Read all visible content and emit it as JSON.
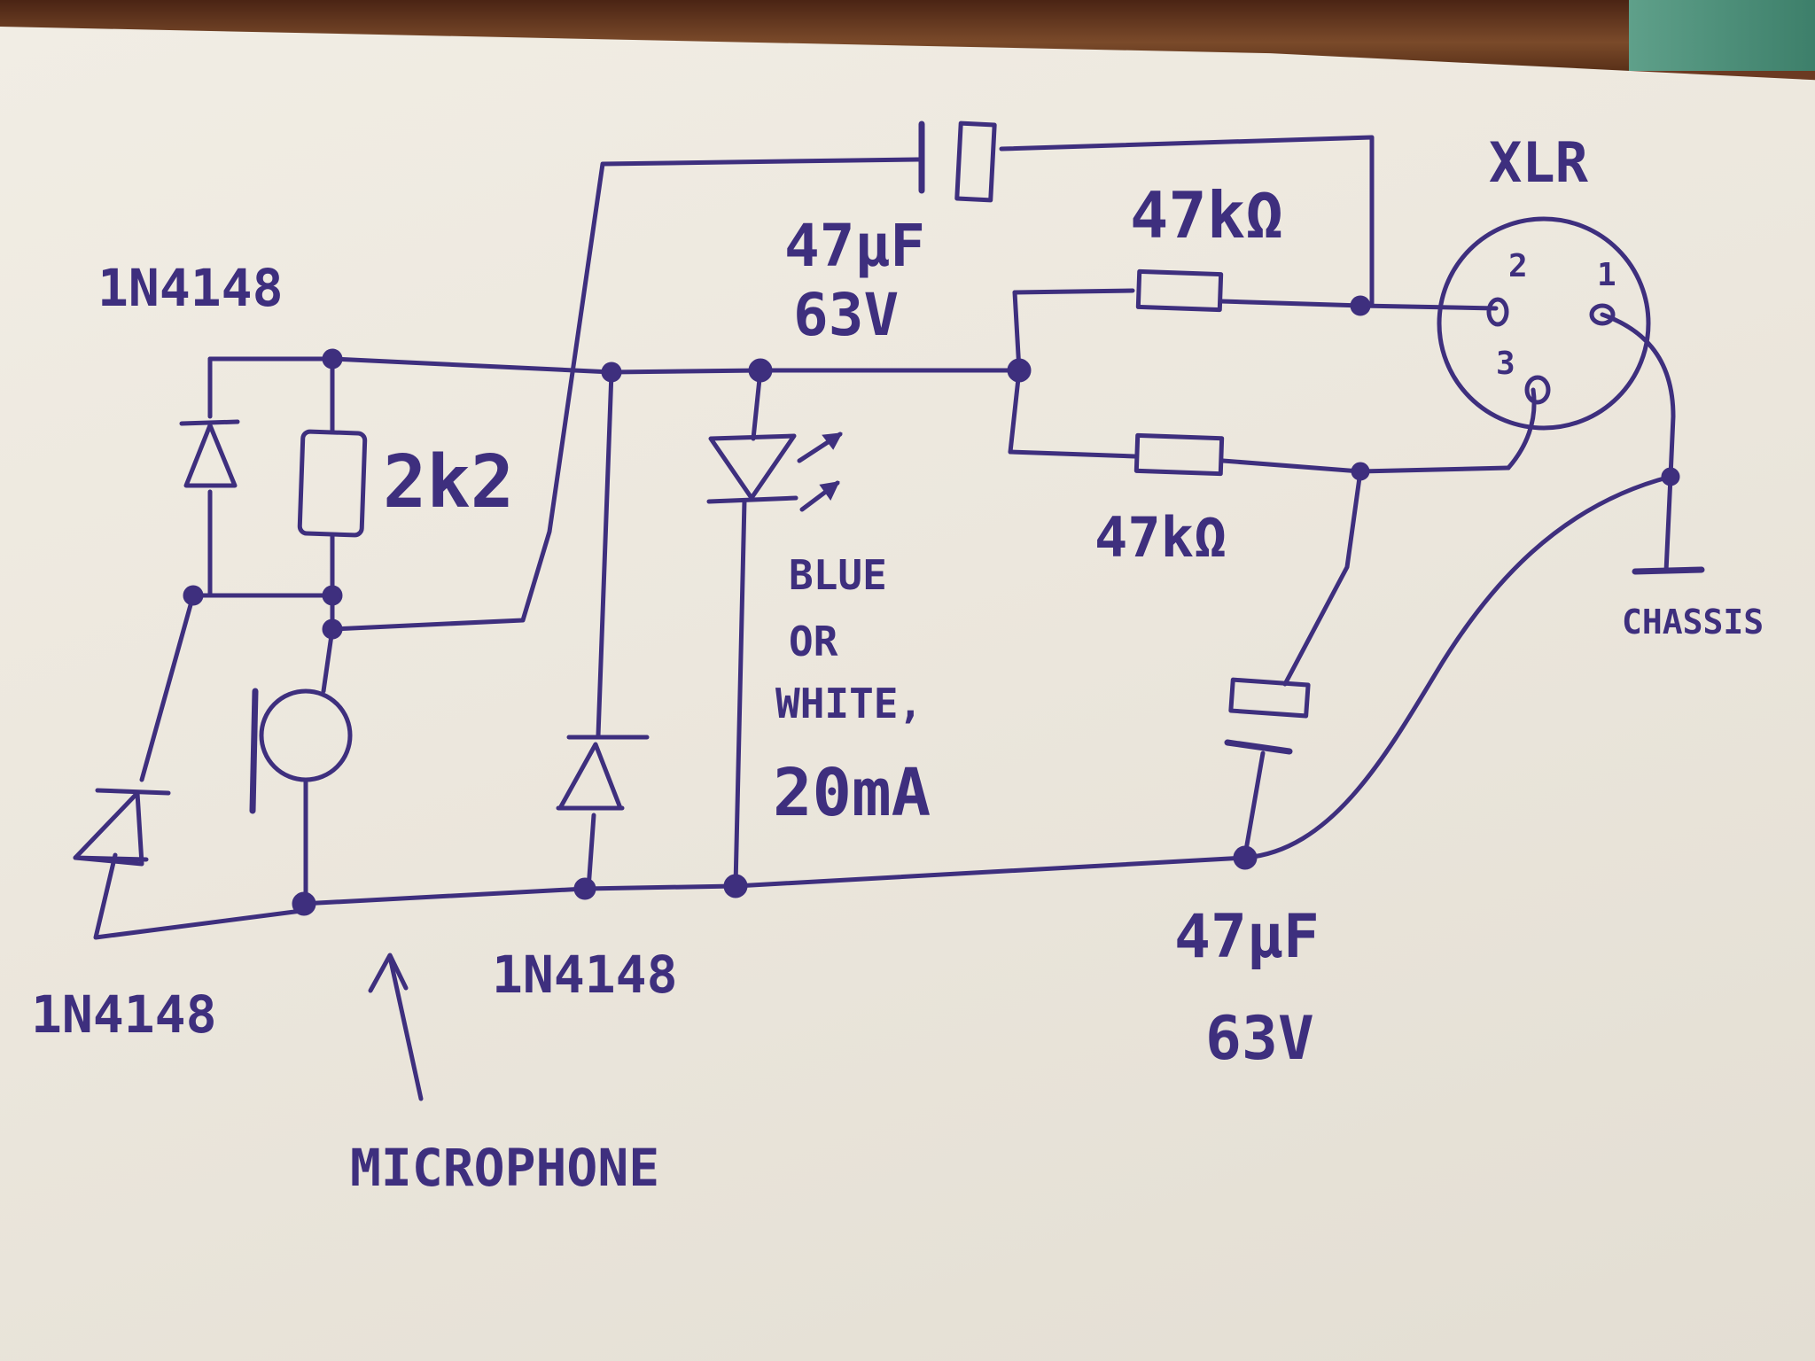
{
  "labels": {
    "diode_top_left": "1N4148",
    "diode_bottom_left": "1N4148",
    "diode_bottom_mid": "1N4148",
    "resistor_2k2": "2k2",
    "cap_top_value": "47µF",
    "cap_top_voltage": "63V",
    "resistor_top": "47kΩ",
    "resistor_bottom": "47kΩ",
    "led_color_1": "BLUE",
    "led_color_2": "OR",
    "led_color_3": "WHITE,",
    "led_current": "20mA",
    "cap_bottom_value": "47µF",
    "cap_bottom_voltage": "63V",
    "xlr": "XLR",
    "xlr_pin_1": "1",
    "xlr_pin_2": "2",
    "xlr_pin_3": "3",
    "chassis": "CHASSIS",
    "microphone": "MICROPHONE"
  },
  "ink_color": "#3e2f7e"
}
